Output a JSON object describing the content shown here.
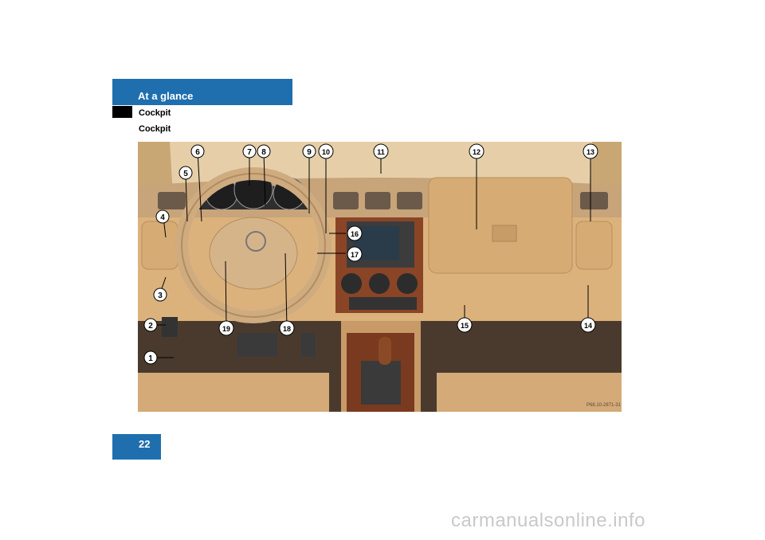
{
  "header": {
    "section": "At a glance",
    "subtitle1": "Cockpit",
    "subtitle2": "Cockpit"
  },
  "page": {
    "number": "22"
  },
  "figure": {
    "code": "P68.10-2871-31",
    "callouts": [
      "1",
      "2",
      "3",
      "4",
      "5",
      "6",
      "7",
      "8",
      "9",
      "10",
      "11",
      "12",
      "13",
      "14",
      "15",
      "16",
      "17",
      "18",
      "19"
    ]
  },
  "watermark": "carmanualsonline.info",
  "colors": {
    "accent": "#1f6fae",
    "leather": "#d9b88c",
    "wood": "#7a3a1f"
  }
}
